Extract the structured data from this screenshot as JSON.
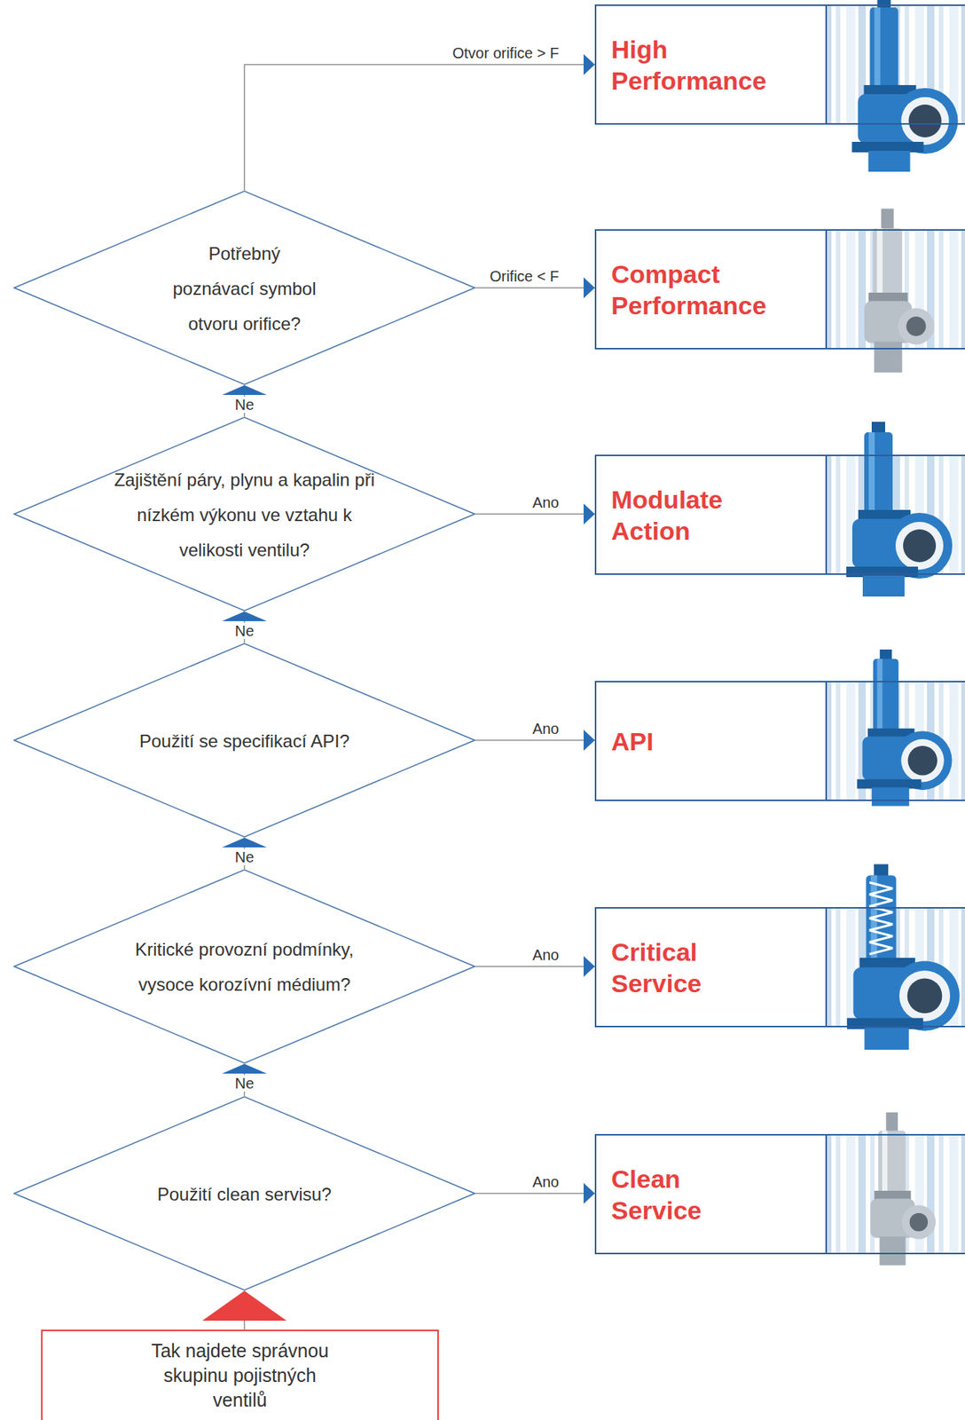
{
  "diagram": {
    "nodes": [
      {
        "text": [
          "High Performance"
        ]
      },
      {
        "text": [
          "Potřebný poznávací symbol otvoru orifice?"
        ]
      },
      {
        "text": [
          "Compact Performance"
        ]
      },
      {
        "text": [
          "Zajištění páry, plynu a kapalin při nízkém výkonu ve vztahu k velikosti ventilu?"
        ]
      },
      {
        "text": [
          "Modulate Action"
        ]
      },
      {
        "text": [
          "Použití se specifikací API?"
        ]
      },
      {
        "text": [
          "API"
        ]
      },
      {
        "text": [
          "Kritické provozní podmínky, vysoce korozívní médium?"
        ]
      },
      {
        "text": [
          "Critical Service"
        ]
      },
      {
        "text": [
          "Použití clean servisu?"
        ]
      },
      {
        "text": [
          "Clean Service"
        ]
      },
      {
        "text": [
          "Tak najdete správnou skupinu pojistných ventilů"
        ]
      }
    ],
    "edges": [
      {
        "from": 11,
        "to": 9,
        "arrow": "to"
      },
      {
        "from": 9,
        "to": 10,
        "label": "Ano",
        "arrow": "to"
      },
      {
        "from": 9,
        "to": 7,
        "label": "Ne",
        "arrow": "to"
      },
      {
        "from": 7,
        "to": 8,
        "label": "Ano",
        "arrow": "to"
      },
      {
        "from": 7,
        "to": 5,
        "label": "Ne",
        "arrow": "to"
      },
      {
        "from": 5,
        "to": 6,
        "label": "Ano",
        "arrow": "to"
      },
      {
        "from": 5,
        "to": 3,
        "label": "Ne",
        "arrow": "to"
      },
      {
        "from": 3,
        "to": 4,
        "label": "Ano",
        "arrow": "to"
      },
      {
        "from": 3,
        "to": 1,
        "label": "Ne",
        "arrow": "to"
      },
      {
        "from": 1,
        "to": 2,
        "label": "Orifice < F",
        "arrow": "to"
      },
      {
        "from": 1,
        "to": 0,
        "label": "Otvor orifice > F",
        "arrow": "to"
      }
    ]
  }
}
